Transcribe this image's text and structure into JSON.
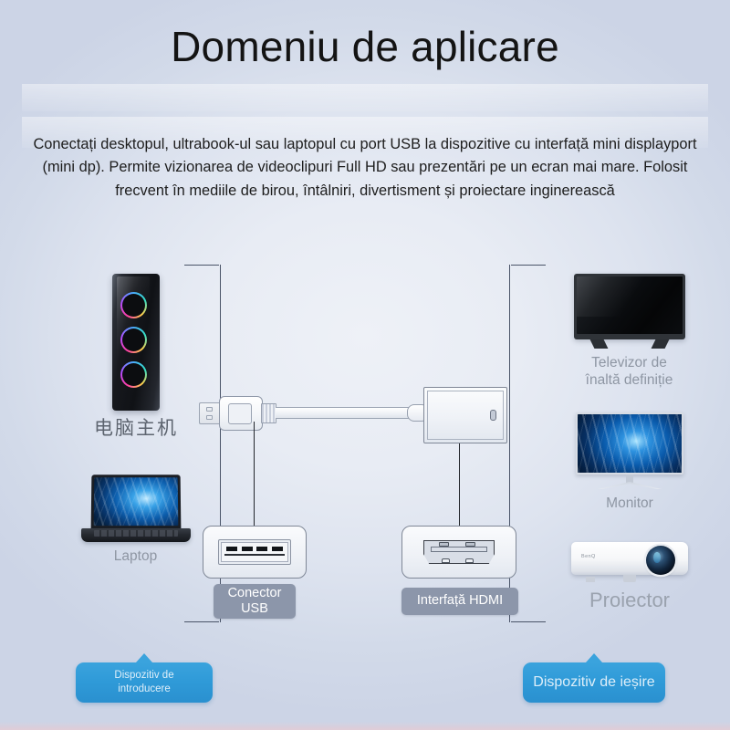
{
  "header": {
    "title": "Domeniu de aplicare",
    "description": "Conectați desktopul, ultrabook-ul sau laptopul cu port USB la dispozitive cu interfață mini displayport (mini dp). Permite vizionarea de videoclipuri Full HD sau prezentări pe un ecran mai mare. Folosit frecvent în mediile de birou, întâlniri, divertisment și proiectare inginerească"
  },
  "input_devices": [
    {
      "id": "pc-tower",
      "label": "电脑主机",
      "icon": "desktop-tower-icon"
    },
    {
      "id": "laptop",
      "label": "Laptop",
      "icon": "laptop-icon"
    }
  ],
  "output_devices": [
    {
      "id": "tv",
      "label": "Televizor de\nînaltă definiție",
      "icon": "television-icon"
    },
    {
      "id": "monitor",
      "label": "Monitor",
      "icon": "monitor-icon"
    },
    {
      "id": "projector",
      "label": "Proiector",
      "icon": "projector-icon",
      "brand": "BenQ"
    }
  ],
  "connector_labels": {
    "usb": "Conector\nUSB",
    "hdmi": "Interfață HDMI"
  },
  "callouts": {
    "input": "Dispozitiv de\nintroducere",
    "output": "Dispozitiv de ieșire"
  },
  "colors": {
    "accent_blue": "#2f9ad8",
    "chip_gray": "#8c96aa",
    "background_center": "#eef1f7",
    "background_edge": "#ccd4e6",
    "caption_gray": "#8e96a3",
    "bracket_line": "#4a5468"
  }
}
